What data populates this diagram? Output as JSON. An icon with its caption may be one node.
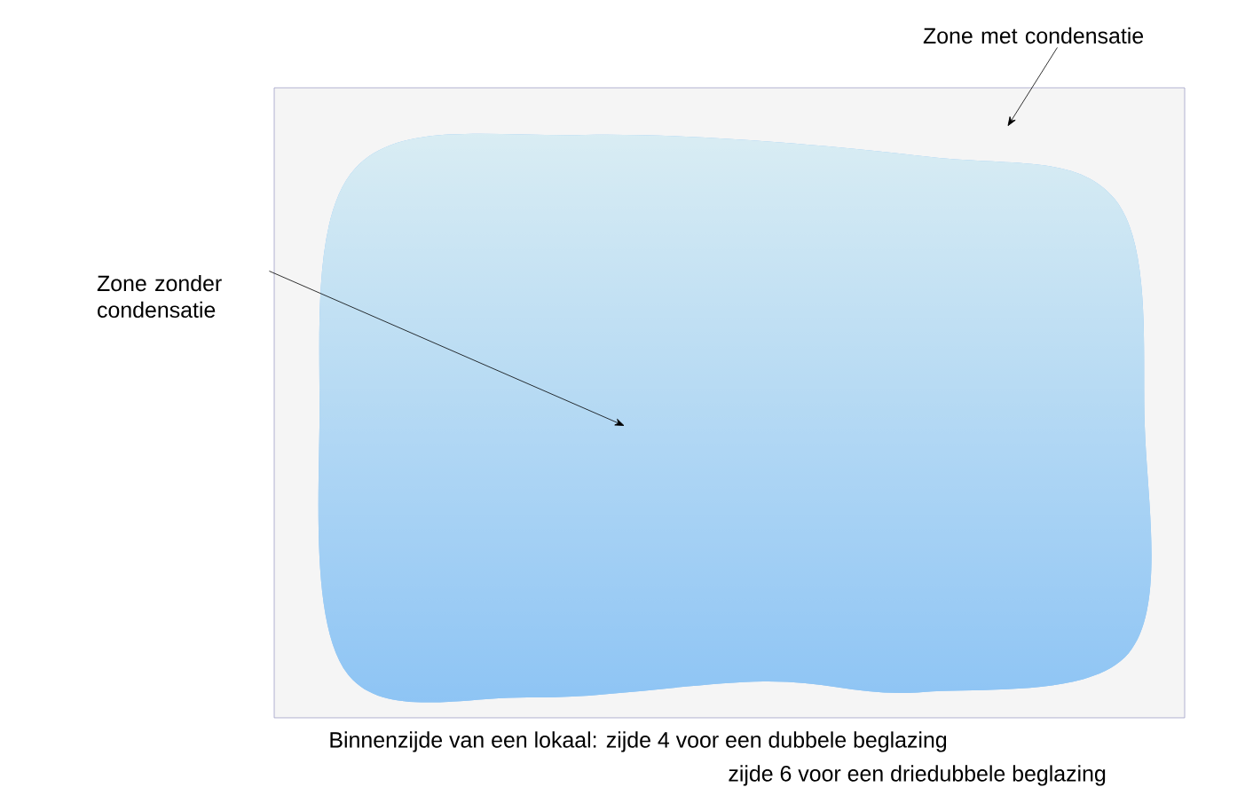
{
  "diagram": {
    "nodes": [
      {
        "text": [
          "Zone met condensatie"
        ]
      },
      {
        "text": [],
        "shape": "box"
      },
      {
        "text": [],
        "shape": "cloud",
        "in": 1
      },
      {
        "text": [
          "Zone zonder condensatie"
        ]
      }
    ],
    "edges": [
      {
        "from": 0,
        "to": 1,
        "arrow": "to"
      },
      {
        "from": 3,
        "to": 2,
        "arrow": "to"
      }
    ],
    "labels": [
      "Binnenzijde van een lokaal: zijde 4 voor een dubbele beglazing",
      "zijde 6 voor een driedubbele beglazing"
    ]
  }
}
